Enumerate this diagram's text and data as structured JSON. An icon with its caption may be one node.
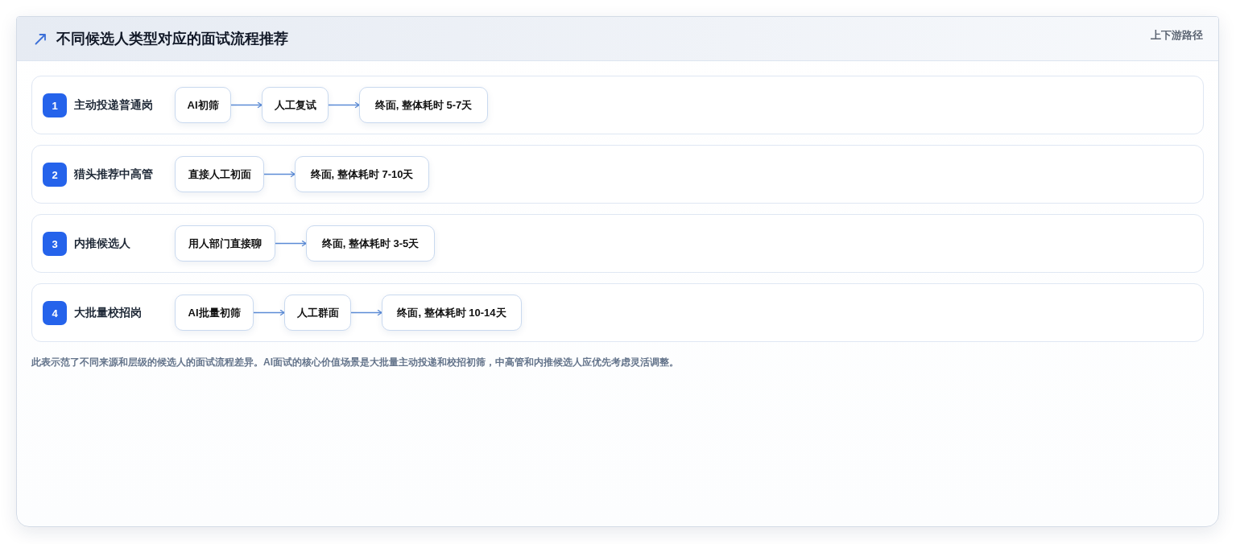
{
  "diagram": {
    "title": "不同候选人类型对应的面试流程推荐",
    "caption": "此表示范了不同来源和层级的候选人的面试流程差异。AI面试的核心价值场景是大批量主动投递和校招初筛，中高管和内推候选人应优先考虑灵活调整。",
    "nodes": [
      {
        "text": [
          "主动投递普通岗"
        ]
      },
      {
        "text": [
          "1"
        ],
        "in": 0
      },
      {
        "text": [
          "AI初筛"
        ],
        "in": 0
      },
      {
        "text": [
          "人工复试"
        ],
        "in": 0
      },
      {
        "text": [
          "终面, 整体耗时 5-7天"
        ],
        "in": 0
      },
      {
        "text": [
          "猎头推荐中高管"
        ]
      },
      {
        "text": [
          "2"
        ],
        "in": 5
      },
      {
        "text": [
          "直接人工初面"
        ],
        "in": 5
      },
      {
        "text": [
          "终面, 整体耗时 7-10天"
        ],
        "in": 5
      },
      {
        "text": [
          "内推候选人"
        ]
      },
      {
        "text": [
          "3"
        ],
        "in": 9
      },
      {
        "text": [
          "用人部门直接聊"
        ],
        "in": 9
      },
      {
        "text": [
          "终面, 整体耗时 3-5天"
        ],
        "in": 9
      },
      {
        "text": [
          "大批量校招岗"
        ]
      },
      {
        "text": [
          "4"
        ],
        "in": 13
      },
      {
        "text": [
          "AI批量初筛"
        ],
        "in": 13
      },
      {
        "text": [
          "人工群面"
        ],
        "in": 13
      },
      {
        "text": [
          "终面, 整体耗时 10-14天"
        ],
        "in": 13
      }
    ],
    "edges": [
      {
        "from": 2,
        "to": 3,
        "arrow": "to"
      },
      {
        "from": 3,
        "to": 4,
        "arrow": "to"
      },
      {
        "from": 7,
        "to": 8,
        "arrow": "to"
      },
      {
        "from": 11,
        "to": 12,
        "arrow": "to"
      },
      {
        "from": 15,
        "to": 16,
        "arrow": "to"
      },
      {
        "from": 16,
        "to": 17,
        "arrow": "to"
      }
    ],
    "labels": [
      "上下游路径"
    ]
  }
}
